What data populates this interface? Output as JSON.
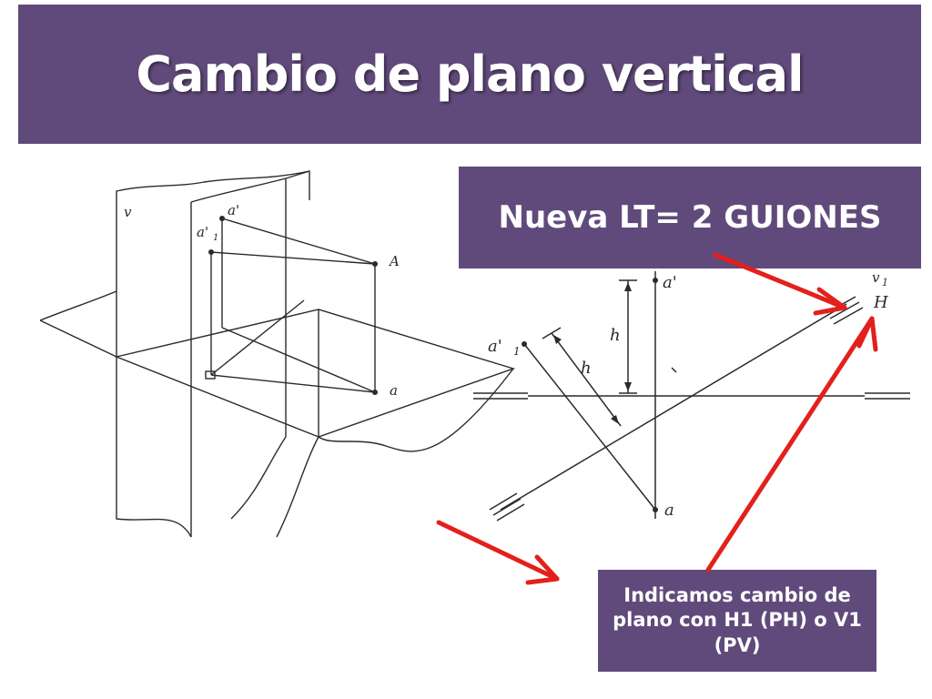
{
  "slide": {
    "title": "Cambio de plano vertical"
  },
  "callouts": {
    "new_lt": "Nueva LT= 2 GUIONES",
    "plane_change": "Indicamos cambio de plano con H1 (PH) o V1 (PV)"
  },
  "left_figure": {
    "labels": {
      "v": "v",
      "a_prime": "a'",
      "a1_prime": "a'",
      "a1_sub": "1",
      "A": "A",
      "a": "a"
    }
  },
  "right_figure": {
    "labels": {
      "a_prime": "a'",
      "a1_prime": "a'",
      "a1_sub": "1",
      "h_vertical": "h",
      "h_slanted": "h",
      "v1": "v",
      "v1_sub": "1",
      "H": "H",
      "a": "a"
    }
  },
  "colors": {
    "accent_purple": "#604a7b",
    "arrow_red": "#e3201b",
    "ink": "#2a2a2a"
  }
}
